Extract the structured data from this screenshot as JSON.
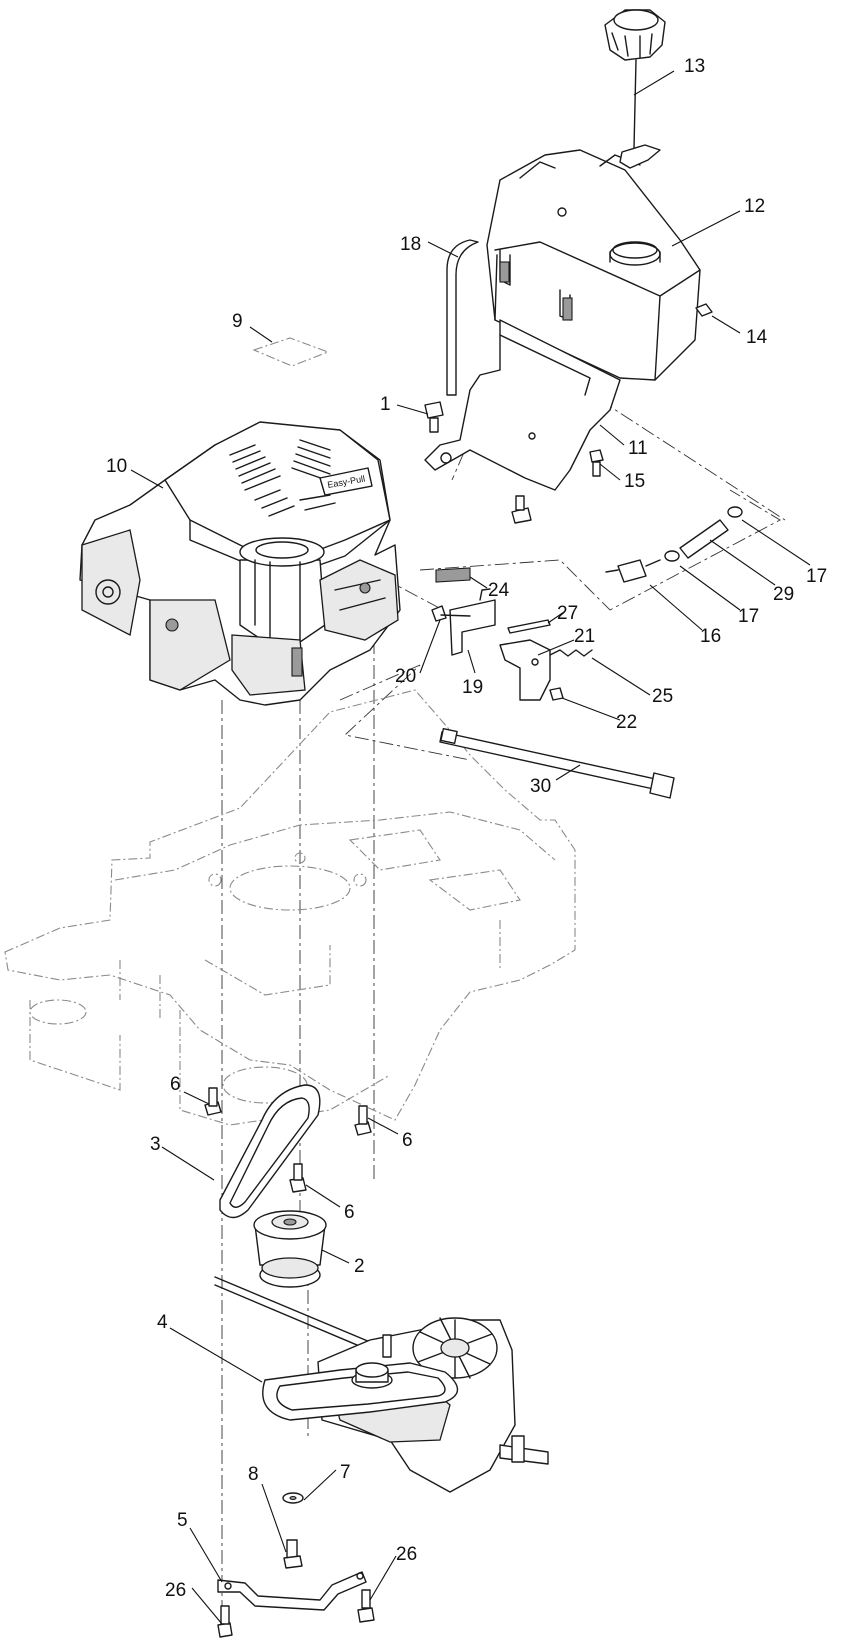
{
  "callouts": [
    {
      "id": "c1",
      "label": "1"
    },
    {
      "id": "c2",
      "label": "2"
    },
    {
      "id": "c3",
      "label": "3"
    },
    {
      "id": "c4",
      "label": "4"
    },
    {
      "id": "c5",
      "label": "5"
    },
    {
      "id": "c6a",
      "label": "6"
    },
    {
      "id": "c6b",
      "label": "6"
    },
    {
      "id": "c6c",
      "label": "6"
    },
    {
      "id": "c7",
      "label": "7"
    },
    {
      "id": "c8",
      "label": "8"
    },
    {
      "id": "c9",
      "label": "9"
    },
    {
      "id": "c10",
      "label": "10"
    },
    {
      "id": "c11",
      "label": "11"
    },
    {
      "id": "c12",
      "label": "12"
    },
    {
      "id": "c13",
      "label": "13"
    },
    {
      "id": "c14",
      "label": "14"
    },
    {
      "id": "c15",
      "label": "15"
    },
    {
      "id": "c16",
      "label": "16"
    },
    {
      "id": "c17a",
      "label": "17"
    },
    {
      "id": "c17b",
      "label": "17"
    },
    {
      "id": "c18",
      "label": "18"
    },
    {
      "id": "c19",
      "label": "19"
    },
    {
      "id": "c20",
      "label": "20"
    },
    {
      "id": "c21",
      "label": "21"
    },
    {
      "id": "c22",
      "label": "22"
    },
    {
      "id": "c24",
      "label": "24"
    },
    {
      "id": "c25",
      "label": "25"
    },
    {
      "id": "c26a",
      "label": "26"
    },
    {
      "id": "c26b",
      "label": "26"
    },
    {
      "id": "c27",
      "label": "27"
    },
    {
      "id": "c29",
      "label": "29"
    },
    {
      "id": "c30",
      "label": "30"
    }
  ],
  "engine_shroud_text": "Easy-Pull"
}
